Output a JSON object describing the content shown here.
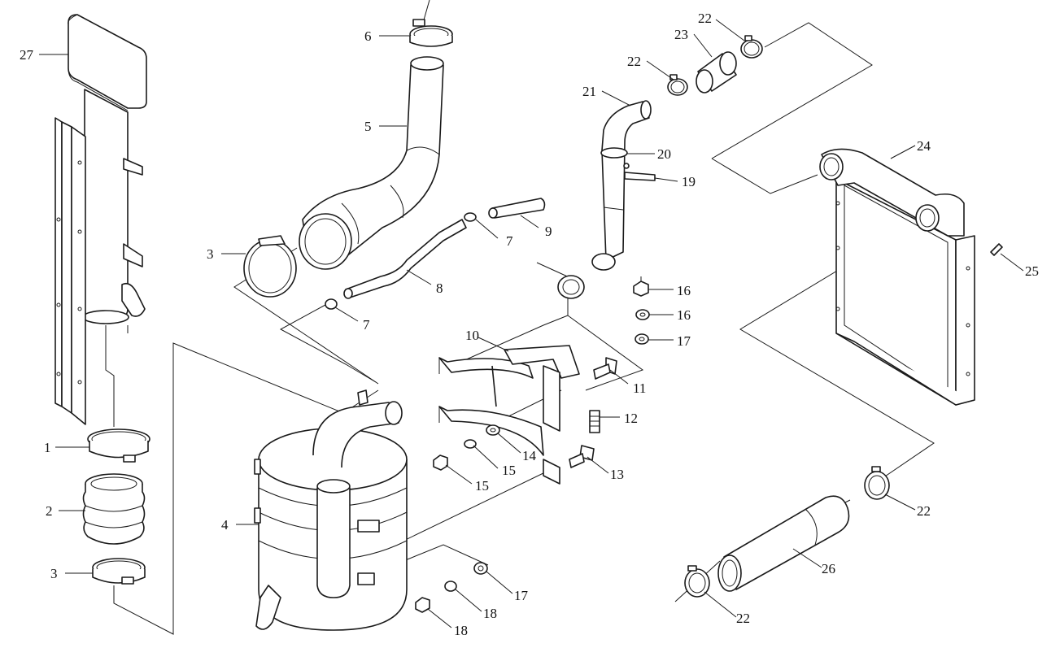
{
  "diagram": {
    "type": "exploded-parts-view",
    "callouts": [
      {
        "id": "c27a",
        "text": "27"
      },
      {
        "id": "c1",
        "text": "1"
      },
      {
        "id": "c2",
        "text": "2"
      },
      {
        "id": "c3a",
        "text": "3"
      },
      {
        "id": "c3b",
        "text": "3"
      },
      {
        "id": "c4",
        "text": "4"
      },
      {
        "id": "c5",
        "text": "5"
      },
      {
        "id": "c6",
        "text": "6"
      },
      {
        "id": "c7a",
        "text": "7"
      },
      {
        "id": "c7b",
        "text": "7"
      },
      {
        "id": "c8",
        "text": "8"
      },
      {
        "id": "c9",
        "text": "9"
      },
      {
        "id": "c10",
        "text": "10"
      },
      {
        "id": "c11",
        "text": "11"
      },
      {
        "id": "c12",
        "text": "12"
      },
      {
        "id": "c13",
        "text": "13"
      },
      {
        "id": "c14",
        "text": "14"
      },
      {
        "id": "c15a",
        "text": "15"
      },
      {
        "id": "c15b",
        "text": "15"
      },
      {
        "id": "c16a",
        "text": "16"
      },
      {
        "id": "c16b",
        "text": "16"
      },
      {
        "id": "c17a",
        "text": "17"
      },
      {
        "id": "c17b",
        "text": "17"
      },
      {
        "id": "c18a",
        "text": "18"
      },
      {
        "id": "c18b",
        "text": "18"
      },
      {
        "id": "c19",
        "text": "19"
      },
      {
        "id": "c20",
        "text": "20"
      },
      {
        "id": "c21",
        "text": "21"
      },
      {
        "id": "c22a",
        "text": "22"
      },
      {
        "id": "c22b",
        "text": "22"
      },
      {
        "id": "c22c",
        "text": "22"
      },
      {
        "id": "c22d",
        "text": "22"
      },
      {
        "id": "c23",
        "text": "23"
      },
      {
        "id": "c24",
        "text": "24"
      },
      {
        "id": "c25",
        "text": "25"
      },
      {
        "id": "c26",
        "text": "26"
      }
    ]
  }
}
